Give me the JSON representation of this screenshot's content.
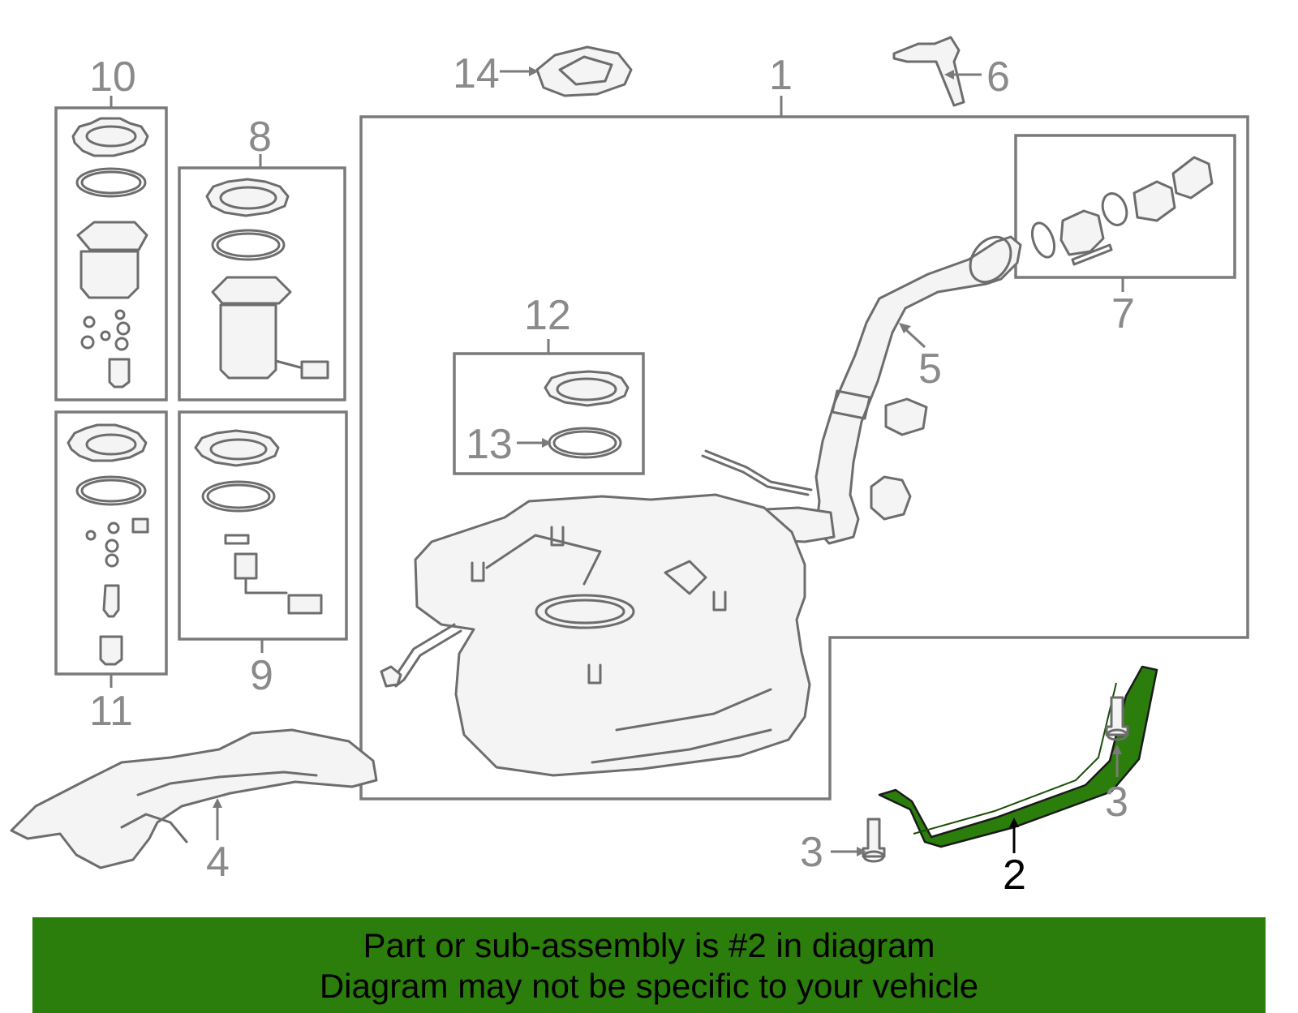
{
  "diagram": {
    "callouts": {
      "c1": "1",
      "c2": "2",
      "c3a": "3",
      "c3b": "3",
      "c4": "4",
      "c5": "5",
      "c6": "6",
      "c7": "7",
      "c8": "8",
      "c9": "9",
      "c10": "10",
      "c11": "11",
      "c12": "12",
      "c13": "13",
      "c14": "14"
    },
    "highlight_color": "#2b7d0c",
    "highlighted_part": "2"
  },
  "banner": {
    "line1": "Part or sub-assembly is #2 in diagram",
    "line2": "Diagram may not be specific to your vehicle",
    "background": "#2b7d0c"
  }
}
